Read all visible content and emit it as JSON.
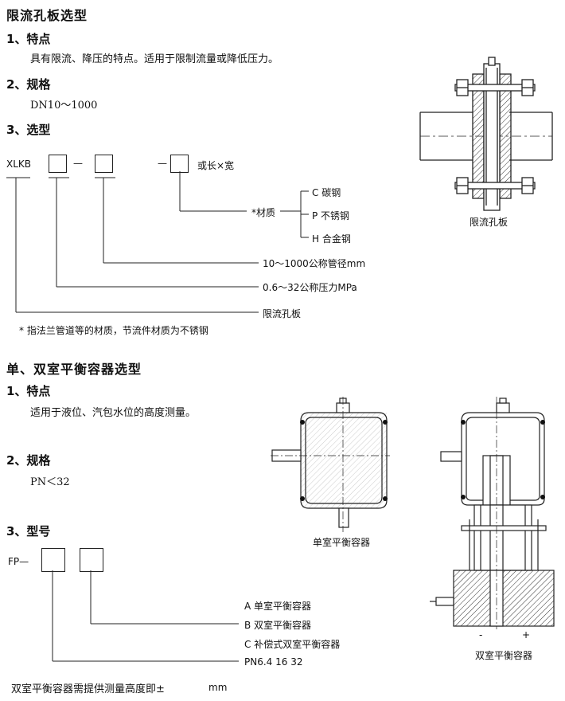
{
  "orifice": {
    "title": "限流孔板选型",
    "sec1_title": "1、特点",
    "sec1_text": "具有限流、降压的特点。适用于限制流量或降低压力。",
    "sec2_title": "2、规格",
    "sec2_text": "DN10～1000",
    "sec3_title": "3、选型",
    "model_prefix": "XLKB",
    "dash1": "—",
    "dash2": "—",
    "suffix": "或长×宽",
    "material_label": "*材质",
    "materials": [
      "C 碳钢",
      "P 不锈钢",
      "H 合金钢"
    ],
    "dn_label": "10～1000公称管径mm",
    "pn_label": "0.6～32公称压力MPa",
    "name_label": "限流孔板",
    "note": "* 指法兰管道等的材质，节流件材质为不锈钢",
    "figure_caption": "限流孔板"
  },
  "balancer": {
    "title": "单、双室平衡容器选型",
    "sec1_title": "1、特点",
    "sec1_text": "适用于液位、汽包水位的高度测量。",
    "sec2_title": "2、规格",
    "sec2_text": "PN＜32",
    "sec3_title": "3、型号",
    "model_prefix": "FP—",
    "types": [
      "A 单室平衡容器",
      "B 双室平衡容器",
      "C 补偿式双室平衡容器"
    ],
    "pn_values": "PN6.4  16  32",
    "footer_text": "双室平衡容器需提供测量高度即±",
    "footer_unit": "mm",
    "single_caption": "单室平衡容器",
    "double_caption": "双室平衡容器",
    "minus_sign": "-",
    "plus_sign": "+"
  }
}
